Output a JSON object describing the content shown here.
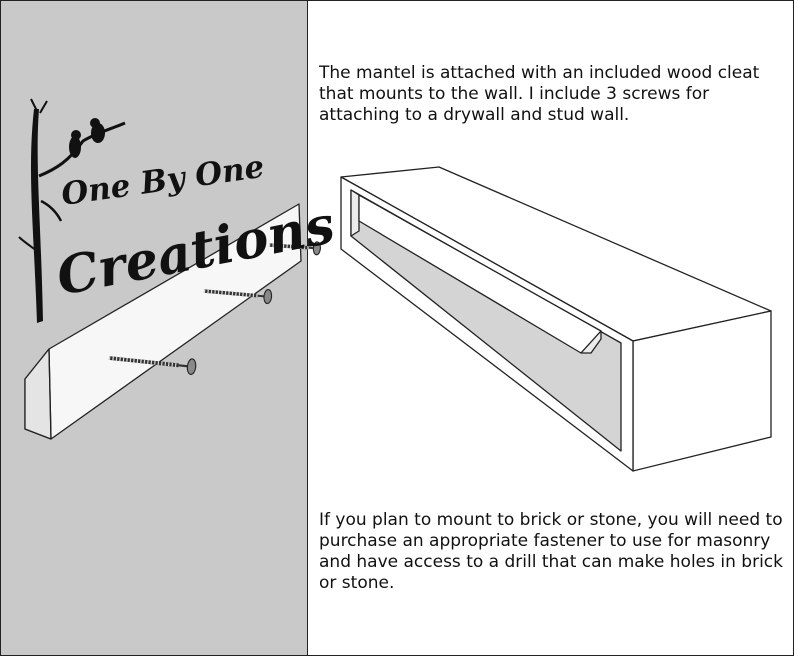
{
  "logo": {
    "name": "One By One Creations",
    "line1": "One By One",
    "line2": "Creations"
  },
  "copy": {
    "attachment_note": "The mantel is attached with an included wood cleat that mounts to the wall. I include 3 screws for attaching to a drywall and stud wall.",
    "masonry_note": "If you plan to mount to brick or stone, you will need to purchase an appropriate fastener to use for masonry and have access to a drill that can make holes in brick or stone."
  },
  "colors": {
    "wall": "#c9c9c9",
    "outline": "#222222",
    "logo_ink": "#111111"
  }
}
